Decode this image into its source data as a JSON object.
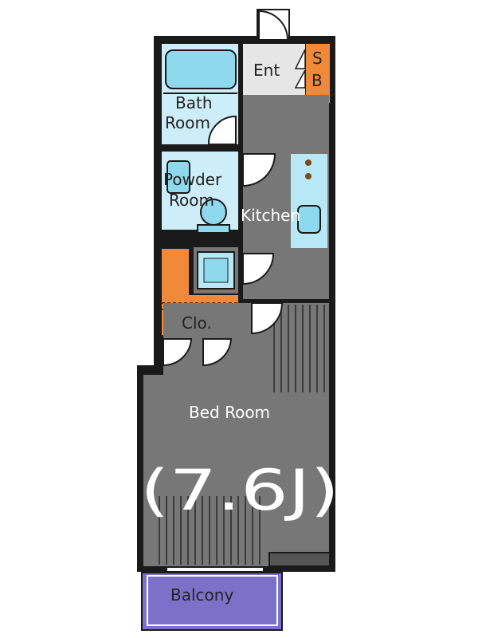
{
  "floor_plan": {
    "rooms": {
      "entrance": {
        "label": "Ent"
      },
      "shoe_box": {
        "label_top": "S",
        "label_bottom": "B"
      },
      "bath_room": {
        "line1": "Bath",
        "line2": "Room"
      },
      "powder_room": {
        "line1": "Powder",
        "line2": "Room"
      },
      "kitchen": {
        "label": "Kitchen"
      },
      "closet": {
        "label": "Clo."
      },
      "bed_room": {
        "label": "Bed Room",
        "size": "(7.6J)"
      },
      "balcony": {
        "label": "Balcony"
      }
    },
    "colors": {
      "wall": "#1a1a1a",
      "floor": "#777777",
      "wet_area": "#cdeef8",
      "fixture": "#8fd9ee",
      "storage": "#f08a3a",
      "balcony": "#7b71c8",
      "kitchen_unit": "#b8e8f5",
      "door": "#ffffff"
    }
  }
}
